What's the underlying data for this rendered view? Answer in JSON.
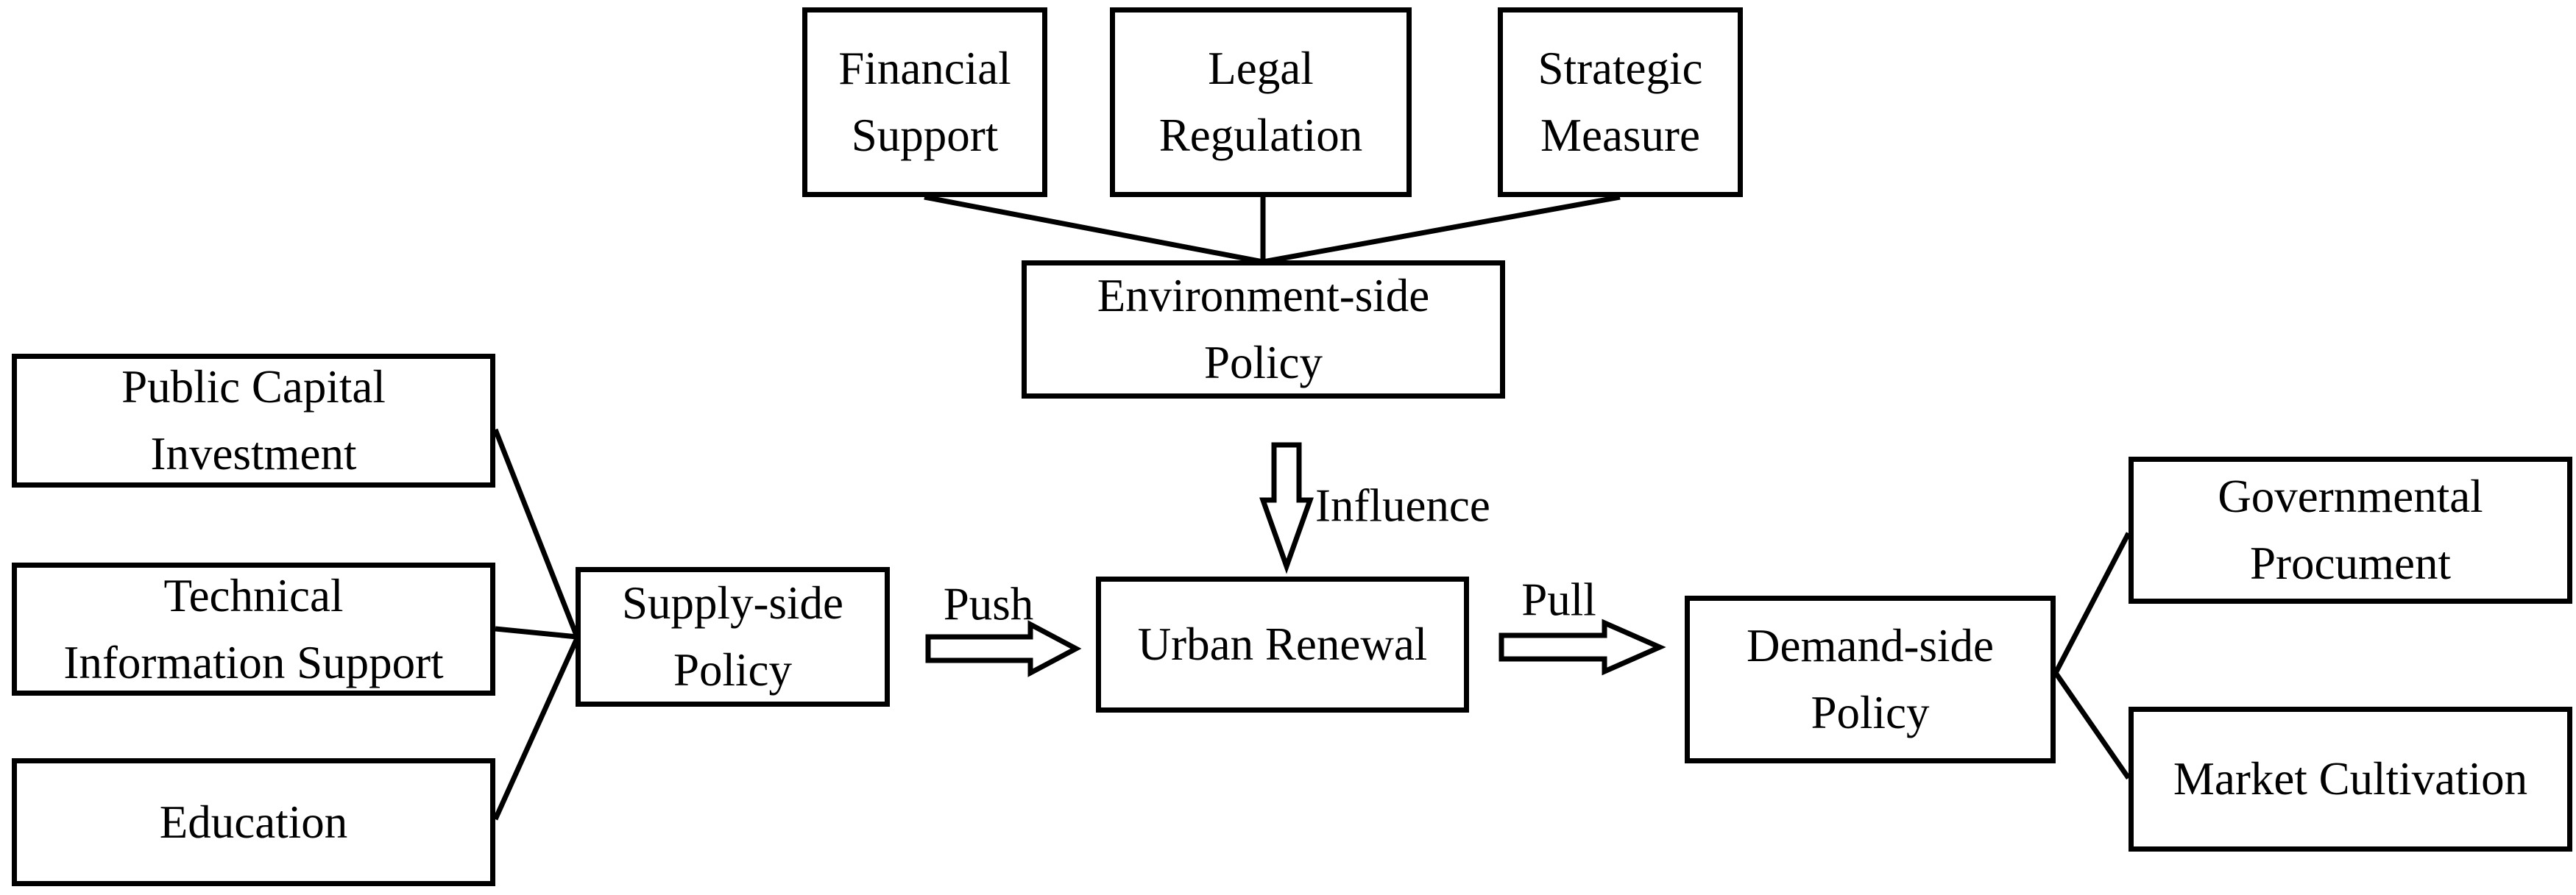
{
  "diagram": {
    "background_color": "#ffffff",
    "line_color": "#000000",
    "box_fill_color": "#ffffff",
    "nodes": {
      "financial_support": "Financial\nSupport",
      "legal_regulation": "Legal\nRegulation",
      "strategic_measure": "Strategic\nMeasure",
      "environment_side_policy": "Environment-side\nPolicy",
      "public_capital_investment": "Public Capital\nInvestment",
      "technical_information_support": "Technical\nInformation Support",
      "education": "Education",
      "supply_side_policy": "Supply-side\nPolicy",
      "urban_renewal": "Urban Renewal",
      "demand_side_policy": "Demand-side\nPolicy",
      "governmental_procument": "Governmental\nProcument",
      "market_cultivation": "Market Cultivation"
    },
    "edge_labels": {
      "influence": "Influence",
      "push": "Push",
      "pull": "Pull"
    }
  }
}
